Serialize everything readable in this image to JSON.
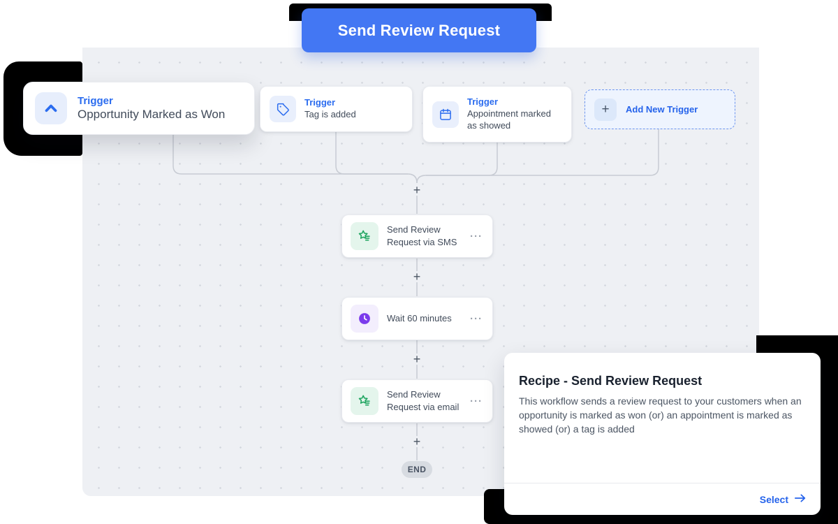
{
  "banner": {
    "title": "Send Review Request"
  },
  "triggers": {
    "items": [
      {
        "label": "Trigger",
        "name": "Opportunity Marked as Won",
        "icon": "chevron-up-icon"
      },
      {
        "label": "Trigger",
        "name": "Tag is added",
        "icon": "tag-icon"
      },
      {
        "label": "Trigger",
        "name": "Appointment marked as showed",
        "icon": "calendar-icon"
      }
    ],
    "add_button": {
      "label": "Add New Trigger",
      "icon": "plus-icon",
      "plus": "+"
    }
  },
  "actions": [
    {
      "name": "Send Review Request via SMS",
      "icon": "review-star-icon",
      "menu": "···"
    },
    {
      "name": "Wait 60 minutes",
      "icon": "clock-icon",
      "menu": "···"
    },
    {
      "name": "Send Review Request via email",
      "icon": "review-star-icon",
      "menu": "···"
    }
  ],
  "nodes": {
    "plus": "+",
    "end": "END"
  },
  "recipe_panel": {
    "title": "Recipe - Send Review Request",
    "description": "This workflow sends a review request to your customers when an opportunity is marked as won (or) an appointment is marked as showed (or) a tag is added",
    "select_label": "Select"
  },
  "colors": {
    "banner_blue": "#4377f3",
    "trigger_blue": "#2b6cef",
    "select_blue": "#2563eb",
    "green_icon": "#1fa560",
    "purple_icon": "#7b3bec",
    "canvas_bg": "#eef0f4",
    "connector": "#c7cbd3",
    "black_accent": "#000000"
  }
}
